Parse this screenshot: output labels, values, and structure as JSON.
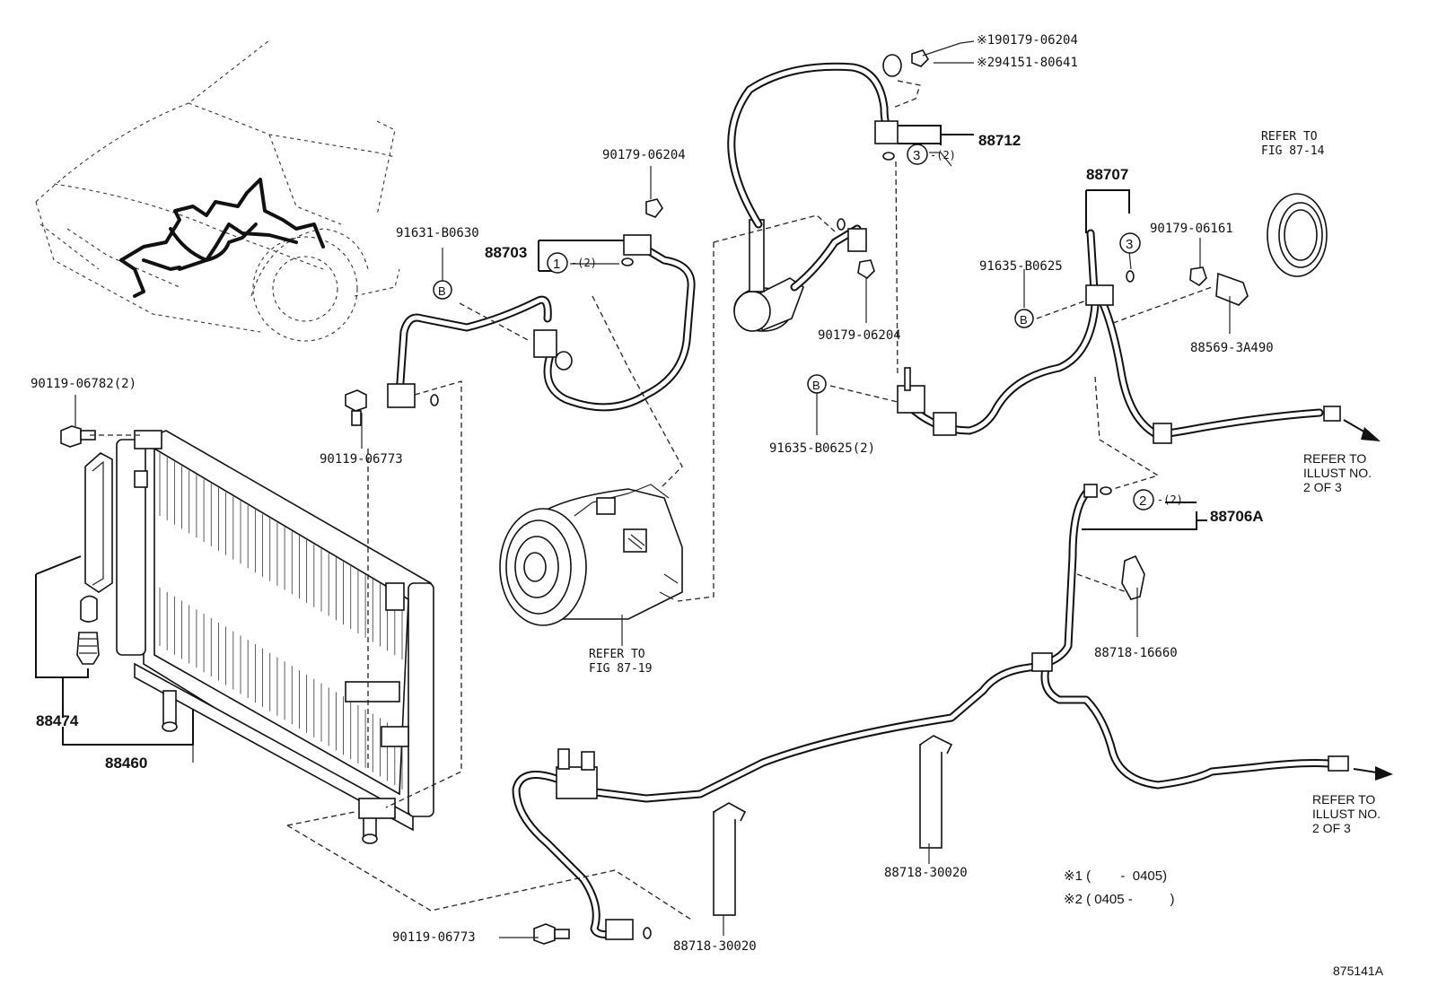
{
  "labels": {
    "p90179_06204_top": "※190179-06204",
    "p294151_80641": "※294151-80641",
    "p88712": "88712",
    "c3_top": "3",
    "c3_top_qty": "-(2)",
    "refer_87_14": "REFER TO\nFIG 87-14",
    "p88707": "88707",
    "c3_mid": "3",
    "p90179_06204_mid": "90179-06204",
    "p91631_b0630": "91631-B0630",
    "p88703": "88703",
    "c1": "1",
    "c1_qty": "-(2)",
    "b_circle_1": "B",
    "p90179_06204_lower": "90179-06204",
    "p90179_06161": "90179-06161",
    "p91635_b0625": "91635-B0625",
    "b_circle_2": "B",
    "p88569_3a490": "88569-3A490",
    "p90119_06782": "90119-06782(2)",
    "p90119_06773_upper": "90119-06773",
    "b_circle_3": "B",
    "p91635_b0625_2": "91635-B0625(2)",
    "refer_illust_1": "REFER TO\nILLUST NO.\n2 OF 3",
    "c2": "2",
    "c2_qty": "-(2)",
    "p88706a": "88706A",
    "refer_87_19": "REFER TO\nFIG 87-19",
    "p88718_16660": "88718-16660",
    "p88474": "88474",
    "p88460": "88460",
    "refer_illust_2": "REFER TO\nILLUST NO.\n2 OF 3",
    "p88718_30020_right": "88718-30020",
    "note1": "※1 (        -  0405)",
    "note2": "※2 ( 0405 -          )",
    "p90119_06773_lower": "90119-06773",
    "p88718_30020_lower": "88718-30020",
    "diagram_id": "875141A"
  },
  "icons": [
    "car-outline-icon",
    "wire-harness-icon",
    "condenser-icon",
    "compressor-icon",
    "receiver-dryer-icon",
    "hose-icon",
    "clamp-icon",
    "bolt-icon",
    "arrow-icon"
  ]
}
